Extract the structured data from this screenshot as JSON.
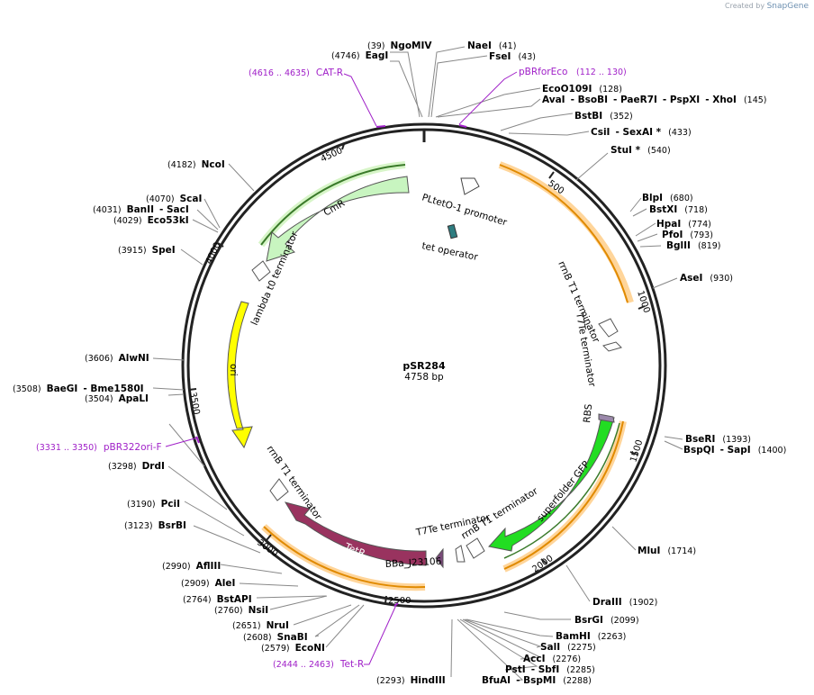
{
  "credit": {
    "prefix": "Created by",
    "brand": "SnapGene"
  },
  "plasmid": {
    "name": "pSR284",
    "length_label": "4758 bp",
    "length": 4758
  },
  "ticks": [
    "500",
    "1000",
    "1500",
    "2000",
    "2500",
    "3000",
    "3500",
    "4000",
    "4500"
  ],
  "sites": [
    {
      "id": "ngomiv",
      "side": "L",
      "segs": [
        {
          "t": "(39)",
          "b": false
        },
        {
          "t": "NgoMIV",
          "b": true
        }
      ]
    },
    {
      "id": "eagi",
      "side": "L",
      "segs": [
        {
          "t": "(4746)",
          "b": false
        },
        {
          "t": "EagI",
          "b": true
        }
      ]
    },
    {
      "id": "naei",
      "side": "R",
      "segs": [
        {
          "t": "NaeI",
          "b": true
        },
        {
          "t": "(41)",
          "b": false
        }
      ]
    },
    {
      "id": "fsei",
      "side": "R",
      "segs": [
        {
          "t": "FseI",
          "b": true
        },
        {
          "t": "(43)",
          "b": false
        }
      ]
    },
    {
      "id": "eco0109i",
      "side": "R",
      "segs": [
        {
          "t": "EcoO109I",
          "b": true
        },
        {
          "t": "(128)",
          "b": false
        }
      ]
    },
    {
      "id": "avai",
      "side": "R",
      "segs": [
        {
          "t": "AvaI",
          "b": true
        },
        {
          "t": "- BsoBI",
          "b": true
        },
        {
          "t": "- PaeR7I",
          "b": true
        },
        {
          "t": "- PspXI",
          "b": true
        },
        {
          "t": "- XhoI",
          "b": true
        },
        {
          "t": "(145)",
          "b": false
        }
      ]
    },
    {
      "id": "bstbi",
      "side": "R",
      "segs": [
        {
          "t": "BstBI",
          "b": true
        },
        {
          "t": "(352)",
          "b": false
        }
      ]
    },
    {
      "id": "csii",
      "side": "R",
      "segs": [
        {
          "t": "CsiI",
          "b": true
        },
        {
          "t": "- SexAI *",
          "b": true
        },
        {
          "t": "(433)",
          "b": false
        }
      ]
    },
    {
      "id": "stui",
      "side": "R",
      "segs": [
        {
          "t": "StuI *",
          "b": true
        },
        {
          "t": "(540)",
          "b": false
        }
      ]
    },
    {
      "id": "blpi",
      "side": "R",
      "segs": [
        {
          "t": "BlpI",
          "b": true
        },
        {
          "t": "(680)",
          "b": false
        }
      ]
    },
    {
      "id": "bstxi",
      "side": "R",
      "segs": [
        {
          "t": "BstXI",
          "b": true
        },
        {
          "t": "(718)",
          "b": false
        }
      ]
    },
    {
      "id": "hpai",
      "side": "R",
      "segs": [
        {
          "t": "HpaI",
          "b": true
        },
        {
          "t": "(774)",
          "b": false
        }
      ]
    },
    {
      "id": "pfoi",
      "side": "R",
      "segs": [
        {
          "t": "PfoI",
          "b": true
        },
        {
          "t": "(793)",
          "b": false
        }
      ]
    },
    {
      "id": "bglii",
      "side": "R",
      "segs": [
        {
          "t": "BglII",
          "b": true
        },
        {
          "t": "(819)",
          "b": false
        }
      ]
    },
    {
      "id": "asei",
      "side": "R",
      "segs": [
        {
          "t": "AseI",
          "b": true
        },
        {
          "t": "(930)",
          "b": false
        }
      ]
    },
    {
      "id": "bseri",
      "side": "R",
      "segs": [
        {
          "t": "BseRI",
          "b": true
        },
        {
          "t": "(1393)",
          "b": false
        }
      ]
    },
    {
      "id": "bspqi",
      "side": "R",
      "segs": [
        {
          "t": "BspQI",
          "b": true
        },
        {
          "t": "- SapI",
          "b": true
        },
        {
          "t": "(1400)",
          "b": false
        }
      ]
    },
    {
      "id": "mlui",
      "side": "R",
      "segs": [
        {
          "t": "MluI",
          "b": true
        },
        {
          "t": "(1714)",
          "b": false
        }
      ]
    },
    {
      "id": "draiii",
      "side": "R",
      "segs": [
        {
          "t": "DraIII",
          "b": true
        },
        {
          "t": "(1902)",
          "b": false
        }
      ]
    },
    {
      "id": "bsrgi",
      "side": "R",
      "segs": [
        {
          "t": "BsrGI",
          "b": true
        },
        {
          "t": "(2099)",
          "b": false
        }
      ]
    },
    {
      "id": "bamhi",
      "side": "R",
      "segs": [
        {
          "t": "BamHI",
          "b": true
        },
        {
          "t": "(2263)",
          "b": false
        }
      ]
    },
    {
      "id": "sali",
      "side": "R",
      "segs": [
        {
          "t": "SalI",
          "b": true
        },
        {
          "t": "(2275)",
          "b": false
        }
      ]
    },
    {
      "id": "acci",
      "side": "R",
      "segs": [
        {
          "t": "AccI",
          "b": true
        },
        {
          "t": "(2276)",
          "b": false
        }
      ]
    },
    {
      "id": "psti",
      "side": "R",
      "segs": [
        {
          "t": "PstI",
          "b": true
        },
        {
          "t": "- SbfI",
          "b": true
        },
        {
          "t": "(2285)",
          "b": false
        }
      ]
    },
    {
      "id": "bfuai",
      "side": "R",
      "segs": [
        {
          "t": "BfuAI",
          "b": true
        },
        {
          "t": "- BspMI",
          "b": true
        },
        {
          "t": "(2288)",
          "b": false
        }
      ]
    },
    {
      "id": "hindiii",
      "side": "L",
      "segs": [
        {
          "t": "(2293)",
          "b": false
        },
        {
          "t": "HindIII",
          "b": true
        }
      ]
    },
    {
      "id": "econi",
      "side": "L",
      "segs": [
        {
          "t": "(2579)",
          "b": false
        },
        {
          "t": "EcoNI",
          "b": true
        }
      ]
    },
    {
      "id": "snabi",
      "side": "L",
      "segs": [
        {
          "t": "(2608)",
          "b": false
        },
        {
          "t": "SnaBI",
          "b": true
        }
      ]
    },
    {
      "id": "nrui",
      "side": "L",
      "segs": [
        {
          "t": "(2651)",
          "b": false
        },
        {
          "t": "NruI",
          "b": true
        }
      ]
    },
    {
      "id": "nsii",
      "side": "L",
      "segs": [
        {
          "t": "(2760)",
          "b": false
        },
        {
          "t": "NsiI",
          "b": true
        }
      ]
    },
    {
      "id": "bstapi",
      "side": "L",
      "segs": [
        {
          "t": "(2764)",
          "b": false
        },
        {
          "t": "BstAPI",
          "b": true
        }
      ]
    },
    {
      "id": "alei",
      "side": "L",
      "segs": [
        {
          "t": "(2909)",
          "b": false
        },
        {
          "t": "AleI",
          "b": true
        }
      ]
    },
    {
      "id": "afliii",
      "side": "L",
      "segs": [
        {
          "t": "(2990)",
          "b": false
        },
        {
          "t": "AflIII",
          "b": true
        }
      ]
    },
    {
      "id": "bsrbi",
      "side": "L",
      "segs": [
        {
          "t": "(3123)",
          "b": false
        },
        {
          "t": "BsrBI",
          "b": true
        }
      ]
    },
    {
      "id": "pcii",
      "side": "L",
      "segs": [
        {
          "t": "(3190)",
          "b": false
        },
        {
          "t": "PciI",
          "b": true
        }
      ]
    },
    {
      "id": "drdi",
      "side": "L",
      "segs": [
        {
          "t": "(3298)",
          "b": false
        },
        {
          "t": "DrdI",
          "b": true
        }
      ]
    },
    {
      "id": "apali",
      "side": "L",
      "segs": [
        {
          "t": "(3504)",
          "b": false
        },
        {
          "t": "ApaLI",
          "b": true
        }
      ]
    },
    {
      "id": "baegi",
      "side": "L",
      "segs": [
        {
          "t": "(3508)",
          "b": false
        },
        {
          "t": "BaeGI",
          "b": true
        },
        {
          "t": "- Bme1580I",
          "b": true
        }
      ]
    },
    {
      "id": "alwni",
      "side": "L",
      "segs": [
        {
          "t": "(3606)",
          "b": false
        },
        {
          "t": "AlwNI",
          "b": true
        }
      ]
    },
    {
      "id": "spei",
      "side": "L",
      "segs": [
        {
          "t": "(3915)",
          "b": false
        },
        {
          "t": "SpeI",
          "b": true
        }
      ]
    },
    {
      "id": "eco53ki",
      "side": "L",
      "segs": [
        {
          "t": "(4029)",
          "b": false
        },
        {
          "t": "Eco53kI",
          "b": true
        }
      ]
    },
    {
      "id": "banii",
      "side": "L",
      "segs": [
        {
          "t": "(4031)",
          "b": false
        },
        {
          "t": "BanII",
          "b": true
        },
        {
          "t": "- SacI",
          "b": true
        }
      ]
    },
    {
      "id": "scai",
      "side": "L",
      "segs": [
        {
          "t": "(4070)",
          "b": false
        },
        {
          "t": "ScaI",
          "b": true
        }
      ]
    },
    {
      "id": "ncoi",
      "side": "L",
      "segs": [
        {
          "t": "(4182)",
          "b": false
        },
        {
          "t": "NcoI",
          "b": true
        }
      ]
    }
  ],
  "primers": [
    {
      "id": "cat-r",
      "range": "(4616 .. 4635)",
      "name": "CAT-R",
      "color": "#a020c8"
    },
    {
      "id": "pbrforeco",
      "range": "(112 .. 130)",
      "name": "pBRforEco",
      "color": "#a020c8"
    },
    {
      "id": "pbr322ori-f",
      "range": "(3331 .. 3350)",
      "name": "pBR322ori-F",
      "color": "#a020c8"
    },
    {
      "id": "tet-r",
      "range": "(2444 .. 2463)",
      "name": "Tet-R",
      "color": "#a020c8"
    }
  ],
  "features": {
    "pltet": "PLtetO-1 promoter",
    "tetop": "tet operator",
    "cmr": "CmR",
    "lambda": "lambda t0 terminator",
    "ori": "ori",
    "rrnb_top": "rrnB T1 terminator",
    "t7te_top": "T7Te terminator",
    "rbs": "RBS",
    "sfgfp": "superfolder GFP",
    "rrnb_mid": "rrnB T1 terminator",
    "t7te_mid": "T7Te terminator",
    "bba": "BBa_J23106",
    "tetr": "TetR",
    "rrnb_left": "rrnB T1 terminator"
  },
  "colors": {
    "cmr": "#c8f5c0",
    "cmr_border": "#3a7a2a",
    "ori": "#ffff00",
    "sfgfp": "#22dd22",
    "tetr": "#99335f",
    "orf": "#e08a00",
    "orf_glow": "#ffd59a",
    "primer": "#a020c8",
    "tetop": "#2e7d80",
    "backbone": "#222222"
  }
}
